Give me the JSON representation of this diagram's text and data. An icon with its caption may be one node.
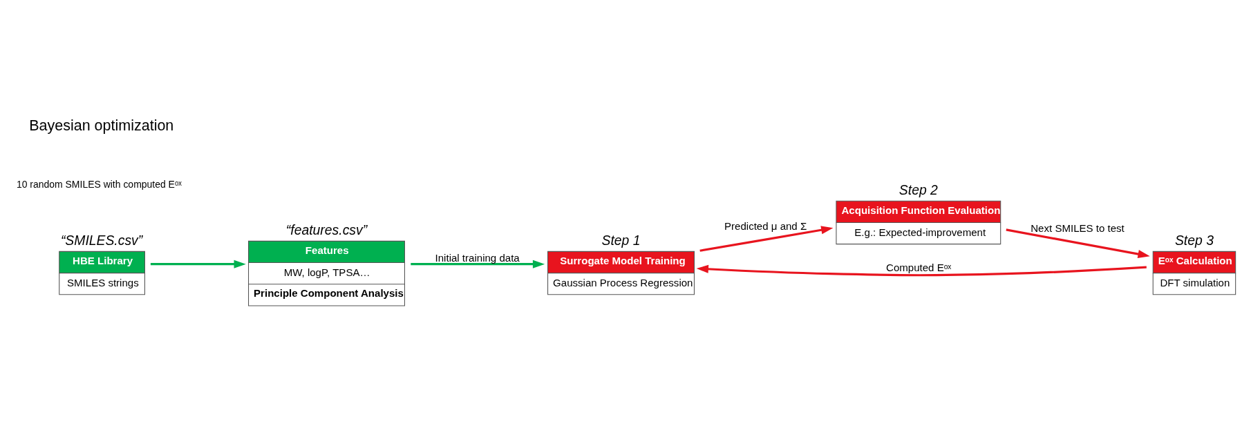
{
  "diagram": {
    "nodes": [
      {
        "text": [
          "HBE Library",
          "SMILES strings"
        ],
        "beside": [
          "“SMILES.csv”"
        ]
      },
      {
        "text": [
          "Features",
          "MW, logP, TPSA…",
          "Principle Component Analysis"
        ],
        "beside": [
          "“features.csv”"
        ]
      },
      {
        "text": [
          "Surrogate Model Training",
          "Gaussian Process Regression"
        ],
        "beside": [
          "Step 1"
        ]
      },
      {
        "text": [
          "Acquisition Function Evaluation",
          "E.g.: Expected-improvement"
        ],
        "beside": [
          "Step 2"
        ]
      },
      {
        "text": [
          "Eᵒˣ Calculation",
          "DFT simulation"
        ],
        "beside": [
          "Step 3"
        ]
      }
    ],
    "edges": [
      {
        "from": 0,
        "to": 1,
        "arrow": "to",
        "color": "#00b050"
      },
      {
        "from": 1,
        "to": 2,
        "arrow": "to",
        "label": "Initial training data",
        "color": "#00b050"
      },
      {
        "from": 2,
        "to": 3,
        "arrow": "to",
        "label": "Predicted μ and Σ"
      },
      {
        "from": 3,
        "to": 4,
        "arrow": "to",
        "label": "Next SMILES to test"
      },
      {
        "from": 4,
        "to": 2,
        "arrow": "to",
        "label": "Computed Eᵒˣ"
      }
    ],
    "labels": [
      "10 random SMILES with computed Eᵒˣ",
      "Bayesian optimization"
    ]
  }
}
